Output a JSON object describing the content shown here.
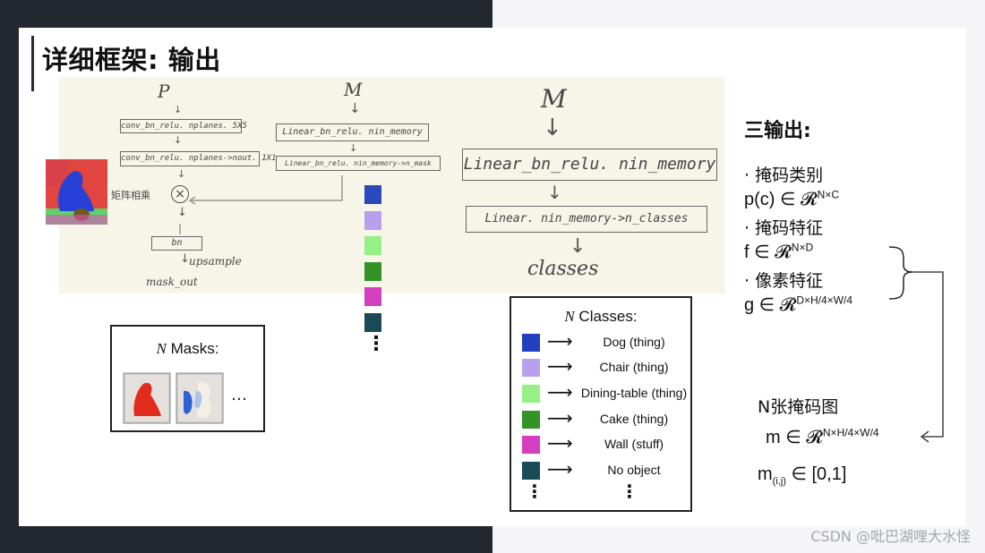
{
  "slide": {
    "title": "详细框架: 输出"
  },
  "sketch": {
    "p_label": "P",
    "m_label": "M",
    "m_big_label": "M",
    "box_conv1": "conv_bn_relu. nplanes. 5X5",
    "box_conv2": "conv_bn_relu. nplanes->nout. 1X1",
    "box_lin1": "Linear_bn_relu. nin_memory",
    "box_lin2": "Linear_bn_relu. nin_memory->n_mask",
    "mult_label": "矩阵相乘",
    "bn_label": "bn",
    "upsample_label": "upsample",
    "mask_out_label": "mask_out",
    "big_lin1": "Linear_bn_relu. nin_memory",
    "big_lin2": "Linear. nin_memory->n_classes",
    "classes_label": "classes",
    "times_symbol": "×"
  },
  "masks_panel": {
    "title_n": "N",
    "title_rest": " Masks:",
    "ellipsis": "…"
  },
  "vertical_swatches": {
    "colors": [
      "#2b4bbd",
      "#b9a0ec",
      "#95f086",
      "#339326",
      "#d43fbf",
      "#1b4a57"
    ],
    "ellipsis": "⋮"
  },
  "classes_panel": {
    "title_n": "N",
    "title_rest": " Classes:",
    "rows": [
      {
        "color": "#2040c0",
        "label": "Dog (thing)"
      },
      {
        "color": "#b9a0ec",
        "label": "Chair (thing)"
      },
      {
        "color": "#95f086",
        "label": "Dining-table (thing)"
      },
      {
        "color": "#339326",
        "label": "Cake (thing)"
      },
      {
        "color": "#d43fbf",
        "label": "Wall (stuff)"
      },
      {
        "color": "#1b4a57",
        "label": "No object"
      }
    ],
    "ellipsis": "⋮"
  },
  "outputs": {
    "heading": "三输出:",
    "item1_label": "· 掩码类别",
    "item1_formula": "p(c) ∈ 𝓡",
    "item1_sup": "N×C",
    "item2_label": "· 掩码特征",
    "item2_formula": "f ∈ 𝓡",
    "item2_sup": "N×D",
    "item3_label": "· 像素特征",
    "item3_formula": "g ∈ 𝓡",
    "item3_sup": "D×H/4×W/4",
    "mask_heading": "N张掩码图",
    "mask_formula": "m ∈ 𝓡",
    "mask_sup": "N×H/4×W/4",
    "mij_pre": "m",
    "mij_sub": "(i,j)",
    "mij_post": " ∈ [0,1]"
  },
  "watermark": "CSDN @吡巴湖哩大水怪"
}
